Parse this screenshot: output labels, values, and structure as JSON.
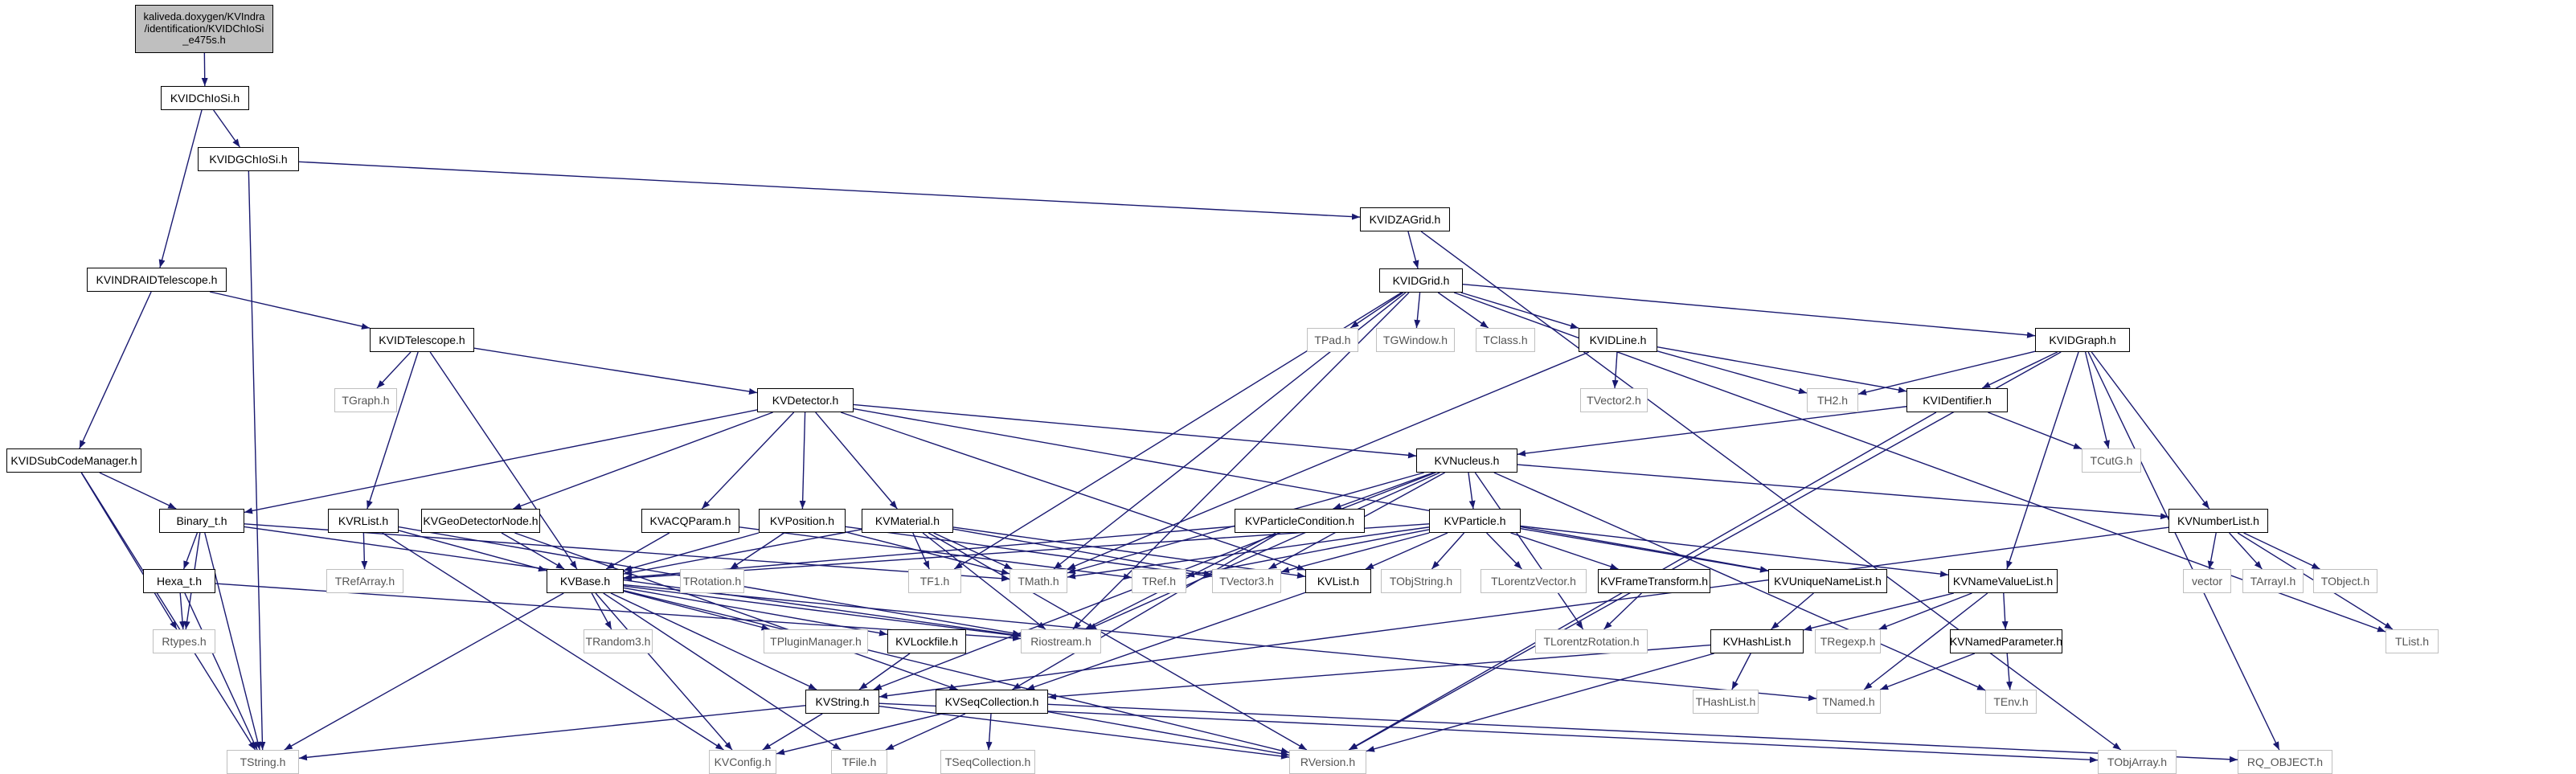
{
  "nodes": [
    {
      "id": "root",
      "label": "kaliveda.doxygen/KVIndra\n/identification/KVIDChIoSi\n_e475s.h",
      "style": "root"
    },
    {
      "id": "n1",
      "label": "KVIDChIoSi.h",
      "style": "doc"
    },
    {
      "id": "n2",
      "label": "KVIDGChIoSi.h",
      "style": "doc"
    },
    {
      "id": "n3",
      "label": "KVIDZAGrid.h",
      "style": "doc"
    },
    {
      "id": "n4",
      "label": "KVIDGrid.h",
      "style": "doc"
    },
    {
      "id": "n5",
      "label": "KVINDRAIDTelescope.h",
      "style": "doc"
    },
    {
      "id": "n6",
      "label": "KVIDTelescope.h",
      "style": "doc"
    },
    {
      "id": "n7",
      "label": "TGraph.h",
      "style": "ext"
    },
    {
      "id": "n8",
      "label": "KVDetector.h",
      "style": "doc"
    },
    {
      "id": "n9",
      "label": "TPad.h",
      "style": "ext"
    },
    {
      "id": "n10",
      "label": "TGWindow.h",
      "style": "ext"
    },
    {
      "id": "n11",
      "label": "TClass.h",
      "style": "ext"
    },
    {
      "id": "n12",
      "label": "KVIDLine.h",
      "style": "doc"
    },
    {
      "id": "n13",
      "label": "KVIDGraph.h",
      "style": "doc"
    },
    {
      "id": "n14",
      "label": "TVector2.h",
      "style": "ext"
    },
    {
      "id": "n15",
      "label": "TH2.h",
      "style": "ext"
    },
    {
      "id": "n16",
      "label": "KVIDentifier.h",
      "style": "doc"
    },
    {
      "id": "n17",
      "label": "TCutG.h",
      "style": "ext"
    },
    {
      "id": "n18",
      "label": "KVIDSubCodeManager.h",
      "style": "doc"
    },
    {
      "id": "n19",
      "label": "KVNucleus.h",
      "style": "doc"
    },
    {
      "id": "n20",
      "label": "Binary_t.h",
      "style": "doc"
    },
    {
      "id": "n21",
      "label": "KVRList.h",
      "style": "doc"
    },
    {
      "id": "n22",
      "label": "KVGeoDetectorNode.h",
      "style": "doc"
    },
    {
      "id": "n23",
      "label": "KVACQParam.h",
      "style": "doc"
    },
    {
      "id": "n24",
      "label": "KVPosition.h",
      "style": "doc"
    },
    {
      "id": "n25",
      "label": "KVMaterial.h",
      "style": "doc"
    },
    {
      "id": "n26",
      "label": "KVParticleCondition.h",
      "style": "doc"
    },
    {
      "id": "n27",
      "label": "KVParticle.h",
      "style": "doc"
    },
    {
      "id": "n28",
      "label": "KVNumberList.h",
      "style": "doc"
    },
    {
      "id": "n29",
      "label": "Hexa_t.h",
      "style": "doc"
    },
    {
      "id": "n30",
      "label": "TRefArray.h",
      "style": "ext"
    },
    {
      "id": "n31",
      "label": "KVBase.h",
      "style": "doc"
    },
    {
      "id": "n32",
      "label": "TRotation.h",
      "style": "ext"
    },
    {
      "id": "n33",
      "label": "TF1.h",
      "style": "ext"
    },
    {
      "id": "n34",
      "label": "TMath.h",
      "style": "ext"
    },
    {
      "id": "n35",
      "label": "TRef.h",
      "style": "ext"
    },
    {
      "id": "n36",
      "label": "TVector3.h",
      "style": "ext"
    },
    {
      "id": "n37",
      "label": "KVList.h",
      "style": "doc"
    },
    {
      "id": "n38",
      "label": "TObjString.h",
      "style": "ext"
    },
    {
      "id": "n39",
      "label": "TLorentzVector.h",
      "style": "ext"
    },
    {
      "id": "n40",
      "label": "KVFrameTransform.h",
      "style": "doc"
    },
    {
      "id": "n41",
      "label": "KVUniqueNameList.h",
      "style": "doc"
    },
    {
      "id": "n42",
      "label": "KVNameValueList.h",
      "style": "doc"
    },
    {
      "id": "n43",
      "label": "vector",
      "style": "ext"
    },
    {
      "id": "n44",
      "label": "TArrayI.h",
      "style": "ext"
    },
    {
      "id": "n45",
      "label": "TObject.h",
      "style": "ext"
    },
    {
      "id": "n46",
      "label": "Rtypes.h",
      "style": "ext"
    },
    {
      "id": "n47",
      "label": "TRandom3.h",
      "style": "ext"
    },
    {
      "id": "n48",
      "label": "TPluginManager.h",
      "style": "ext"
    },
    {
      "id": "n49",
      "label": "KVLockfile.h",
      "style": "doc"
    },
    {
      "id": "n50",
      "label": "Riostream.h",
      "style": "ext"
    },
    {
      "id": "n51",
      "label": "TLorentzRotation.h",
      "style": "ext"
    },
    {
      "id": "n52",
      "label": "KVHashList.h",
      "style": "doc"
    },
    {
      "id": "n53",
      "label": "TRegexp.h",
      "style": "ext"
    },
    {
      "id": "n54",
      "label": "KVNamedParameter.h",
      "style": "doc"
    },
    {
      "id": "n55",
      "label": "TList.h",
      "style": "ext"
    },
    {
      "id": "n56",
      "label": "KVString.h",
      "style": "doc"
    },
    {
      "id": "n57",
      "label": "KVSeqCollection.h",
      "style": "doc"
    },
    {
      "id": "n58",
      "label": "THashList.h",
      "style": "ext"
    },
    {
      "id": "n59",
      "label": "TNamed.h",
      "style": "ext"
    },
    {
      "id": "n60",
      "label": "TEnv.h",
      "style": "ext"
    },
    {
      "id": "n61",
      "label": "TString.h",
      "style": "ext"
    },
    {
      "id": "n62",
      "label": "KVConfig.h",
      "style": "ext"
    },
    {
      "id": "n63",
      "label": "TFile.h",
      "style": "ext"
    },
    {
      "id": "n64",
      "label": "TSeqCollection.h",
      "style": "ext"
    },
    {
      "id": "n65",
      "label": "RVersion.h",
      "style": "ext"
    },
    {
      "id": "n66",
      "label": "TObjArray.h",
      "style": "ext"
    },
    {
      "id": "n67",
      "label": "RQ_OBJECT.h",
      "style": "ext"
    }
  ],
  "edges": [
    [
      "root",
      "n1"
    ],
    [
      "n1",
      "n2"
    ],
    [
      "n1",
      "n5"
    ],
    [
      "n2",
      "n3"
    ],
    [
      "n2",
      "n61"
    ],
    [
      "n3",
      "n4"
    ],
    [
      "n3",
      "n66"
    ],
    [
      "n4",
      "n9"
    ],
    [
      "n4",
      "n10"
    ],
    [
      "n4",
      "n11"
    ],
    [
      "n4",
      "n12"
    ],
    [
      "n4",
      "n13"
    ],
    [
      "n4",
      "n33"
    ],
    [
      "n4",
      "n34"
    ],
    [
      "n4",
      "n50"
    ],
    [
      "n4",
      "n55"
    ],
    [
      "n5",
      "n6"
    ],
    [
      "n5",
      "n18"
    ],
    [
      "n6",
      "n7"
    ],
    [
      "n6",
      "n8"
    ],
    [
      "n6",
      "n21"
    ],
    [
      "n6",
      "n31"
    ],
    [
      "n8",
      "n20"
    ],
    [
      "n8",
      "n22"
    ],
    [
      "n8",
      "n23"
    ],
    [
      "n8",
      "n24"
    ],
    [
      "n8",
      "n25"
    ],
    [
      "n8",
      "n19"
    ],
    [
      "n8",
      "n37"
    ],
    [
      "n8",
      "n41"
    ],
    [
      "n12",
      "n14"
    ],
    [
      "n12",
      "n15"
    ],
    [
      "n12",
      "n16"
    ],
    [
      "n12",
      "n34"
    ],
    [
      "n13",
      "n15"
    ],
    [
      "n13",
      "n16"
    ],
    [
      "n13",
      "n17"
    ],
    [
      "n13",
      "n28"
    ],
    [
      "n13",
      "n42"
    ],
    [
      "n13",
      "n65"
    ],
    [
      "n13",
      "n67"
    ],
    [
      "n16",
      "n17"
    ],
    [
      "n16",
      "n19"
    ],
    [
      "n16",
      "n65"
    ],
    [
      "n18",
      "n20"
    ],
    [
      "n18",
      "n46"
    ],
    [
      "n18",
      "n61"
    ],
    [
      "n19",
      "n26"
    ],
    [
      "n19",
      "n27"
    ],
    [
      "n19",
      "n28"
    ],
    [
      "n19",
      "n34"
    ],
    [
      "n19",
      "n36"
    ],
    [
      "n19",
      "n50"
    ],
    [
      "n19",
      "n51"
    ],
    [
      "n19",
      "n56"
    ],
    [
      "n19",
      "n60"
    ],
    [
      "n20",
      "n29"
    ],
    [
      "n20",
      "n46"
    ],
    [
      "n20",
      "n61"
    ],
    [
      "n20",
      "n34"
    ],
    [
      "n20",
      "n50"
    ],
    [
      "n21",
      "n30"
    ],
    [
      "n21",
      "n31"
    ],
    [
      "n21",
      "n50"
    ],
    [
      "n21",
      "n62"
    ],
    [
      "n22",
      "n31"
    ],
    [
      "n22",
      "n57"
    ],
    [
      "n23",
      "n31"
    ],
    [
      "n23",
      "n35"
    ],
    [
      "n24",
      "n31"
    ],
    [
      "n24",
      "n32"
    ],
    [
      "n24",
      "n34"
    ],
    [
      "n24",
      "n36"
    ],
    [
      "n25",
      "n31"
    ],
    [
      "n25",
      "n33"
    ],
    [
      "n25",
      "n34"
    ],
    [
      "n25",
      "n36"
    ],
    [
      "n25",
      "n37"
    ],
    [
      "n25",
      "n50"
    ],
    [
      "n25",
      "n65"
    ],
    [
      "n26",
      "n31"
    ],
    [
      "n26",
      "n50"
    ],
    [
      "n26",
      "n57"
    ],
    [
      "n27",
      "n31"
    ],
    [
      "n27",
      "n34"
    ],
    [
      "n27",
      "n35"
    ],
    [
      "n27",
      "n36"
    ],
    [
      "n27",
      "n37"
    ],
    [
      "n27",
      "n38"
    ],
    [
      "n27",
      "n39"
    ],
    [
      "n27",
      "n40"
    ],
    [
      "n27",
      "n41"
    ],
    [
      "n27",
      "n42"
    ],
    [
      "n28",
      "n43"
    ],
    [
      "n28",
      "n44"
    ],
    [
      "n28",
      "n45"
    ],
    [
      "n28",
      "n55"
    ],
    [
      "n28",
      "n56"
    ],
    [
      "n29",
      "n46"
    ],
    [
      "n29",
      "n61"
    ],
    [
      "n29",
      "n50"
    ],
    [
      "n31",
      "n47"
    ],
    [
      "n31",
      "n48"
    ],
    [
      "n31",
      "n49"
    ],
    [
      "n31",
      "n50"
    ],
    [
      "n31",
      "n56"
    ],
    [
      "n31",
      "n59"
    ],
    [
      "n31",
      "n61"
    ],
    [
      "n31",
      "n62"
    ],
    [
      "n31",
      "n65"
    ],
    [
      "n31",
      "n63"
    ],
    [
      "n37",
      "n57"
    ],
    [
      "n40",
      "n51"
    ],
    [
      "n41",
      "n52"
    ],
    [
      "n42",
      "n52"
    ],
    [
      "n42",
      "n53"
    ],
    [
      "n42",
      "n54"
    ],
    [
      "n42",
      "n59"
    ],
    [
      "n49",
      "n56"
    ],
    [
      "n52",
      "n57"
    ],
    [
      "n52",
      "n58"
    ],
    [
      "n52",
      "n65"
    ],
    [
      "n54",
      "n59"
    ],
    [
      "n54",
      "n60"
    ],
    [
      "n56",
      "n61"
    ],
    [
      "n56",
      "n62"
    ],
    [
      "n56",
      "n65"
    ],
    [
      "n56",
      "n66"
    ],
    [
      "n57",
      "n62"
    ],
    [
      "n57",
      "n63"
    ],
    [
      "n57",
      "n64"
    ],
    [
      "n57",
      "n65"
    ],
    [
      "n57",
      "n67"
    ]
  ],
  "colors": {
    "edge": "#191970",
    "root_fill": "#bfbfbf",
    "node_border": "#000000",
    "ext_border": "#bfbfbf",
    "ext_text": "#555555"
  }
}
